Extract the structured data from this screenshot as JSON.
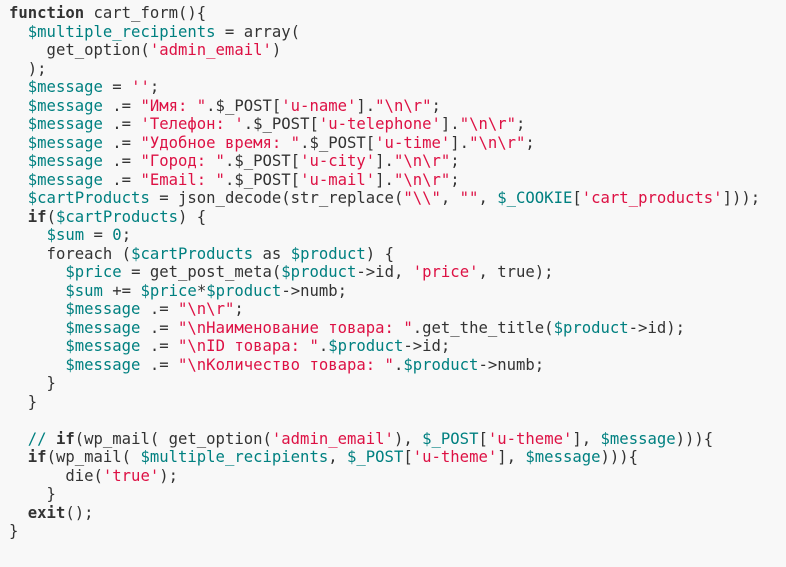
{
  "editor": {
    "language": "php",
    "colors": {
      "background": "#f8f8f8",
      "text": "#333333",
      "variable": "#008080",
      "string": "#dd1144",
      "comment": "#008080"
    },
    "lines": [
      [
        [
          "kw",
          "function"
        ],
        [
          "plain",
          " cart_form(){"
        ]
      ],
      [
        [
          "plain",
          "  "
        ],
        [
          "var",
          "$multiple_recipients"
        ],
        [
          "plain",
          " = array("
        ]
      ],
      [
        [
          "plain",
          "    get_option("
        ],
        [
          "str",
          "'admin_email'"
        ],
        [
          "plain",
          ")"
        ]
      ],
      [
        [
          "plain",
          "  );"
        ]
      ],
      [
        [
          "plain",
          "  "
        ],
        [
          "var",
          "$message"
        ],
        [
          "plain",
          " = "
        ],
        [
          "str",
          "''"
        ],
        [
          "plain",
          ";"
        ]
      ],
      [
        [
          "plain",
          "  "
        ],
        [
          "var",
          "$message"
        ],
        [
          "plain",
          " .= "
        ],
        [
          "str",
          "\"Имя: \""
        ],
        [
          "plain",
          ".$_POST["
        ],
        [
          "str",
          "'u-name'"
        ],
        [
          "plain",
          "]."
        ],
        [
          "str",
          "\"\\n\\r\""
        ],
        [
          "plain",
          ";"
        ]
      ],
      [
        [
          "plain",
          "  "
        ],
        [
          "var",
          "$message"
        ],
        [
          "plain",
          " .= "
        ],
        [
          "str",
          "'Телефон: '"
        ],
        [
          "plain",
          ".$_POST["
        ],
        [
          "str",
          "'u-telephone'"
        ],
        [
          "plain",
          "]."
        ],
        [
          "str",
          "\"\\n\\r\""
        ],
        [
          "plain",
          ";"
        ]
      ],
      [
        [
          "plain",
          "  "
        ],
        [
          "var",
          "$message"
        ],
        [
          "plain",
          " .= "
        ],
        [
          "str",
          "\"Удобное время: \""
        ],
        [
          "plain",
          ".$_POST["
        ],
        [
          "str",
          "'u-time'"
        ],
        [
          "plain",
          "]."
        ],
        [
          "str",
          "\"\\n\\r\""
        ],
        [
          "plain",
          ";"
        ]
      ],
      [
        [
          "plain",
          "  "
        ],
        [
          "var",
          "$message"
        ],
        [
          "plain",
          " .= "
        ],
        [
          "str",
          "\"Город: \""
        ],
        [
          "plain",
          ".$_POST["
        ],
        [
          "str",
          "'u-city'"
        ],
        [
          "plain",
          "]."
        ],
        [
          "str",
          "\"\\n\\r\""
        ],
        [
          "plain",
          ";"
        ]
      ],
      [
        [
          "plain",
          "  "
        ],
        [
          "var",
          "$message"
        ],
        [
          "plain",
          " .= "
        ],
        [
          "str",
          "\"Email: \""
        ],
        [
          "plain",
          ".$_POST["
        ],
        [
          "str",
          "'u-mail'"
        ],
        [
          "plain",
          "]."
        ],
        [
          "str",
          "\"\\n\\r\""
        ],
        [
          "plain",
          ";"
        ]
      ],
      [
        [
          "plain",
          "  "
        ],
        [
          "var",
          "$cartProducts"
        ],
        [
          "plain",
          " = json_decode(str_replace("
        ],
        [
          "str",
          "\"\\\\\""
        ],
        [
          "plain",
          ", "
        ],
        [
          "str",
          "\"\""
        ],
        [
          "plain",
          ", "
        ],
        [
          "var",
          "$_COOKIE"
        ],
        [
          "plain",
          "["
        ],
        [
          "str",
          "'cart_products'"
        ],
        [
          "plain",
          "]));"
        ]
      ],
      [
        [
          "plain",
          "  "
        ],
        [
          "kw",
          "if"
        ],
        [
          "plain",
          "("
        ],
        [
          "var",
          "$cartProducts"
        ],
        [
          "plain",
          ") {"
        ]
      ],
      [
        [
          "plain",
          "    "
        ],
        [
          "var",
          "$sum"
        ],
        [
          "plain",
          " = "
        ],
        [
          "var",
          "0"
        ],
        [
          "plain",
          ";"
        ]
      ],
      [
        [
          "plain",
          "    foreach ("
        ],
        [
          "var",
          "$cartProducts"
        ],
        [
          "plain",
          " as "
        ],
        [
          "var",
          "$product"
        ],
        [
          "plain",
          ") {"
        ]
      ],
      [
        [
          "plain",
          "      "
        ],
        [
          "var",
          "$price"
        ],
        [
          "plain",
          " = get_post_meta("
        ],
        [
          "var",
          "$product"
        ],
        [
          "plain",
          "->id, "
        ],
        [
          "str",
          "'price'"
        ],
        [
          "plain",
          ", true);"
        ]
      ],
      [
        [
          "plain",
          "      "
        ],
        [
          "var",
          "$sum"
        ],
        [
          "plain",
          " += "
        ],
        [
          "var",
          "$price"
        ],
        [
          "plain",
          "*"
        ],
        [
          "var",
          "$product"
        ],
        [
          "plain",
          "->numb;"
        ]
      ],
      [
        [
          "plain",
          "      "
        ],
        [
          "var",
          "$message"
        ],
        [
          "plain",
          " .= "
        ],
        [
          "str",
          "\"\\n\\r\""
        ],
        [
          "plain",
          ";"
        ]
      ],
      [
        [
          "plain",
          "      "
        ],
        [
          "var",
          "$message"
        ],
        [
          "plain",
          " .= "
        ],
        [
          "str",
          "\"\\nНаименование товара: \""
        ],
        [
          "plain",
          ".get_the_title("
        ],
        [
          "var",
          "$product"
        ],
        [
          "plain",
          "->id);"
        ]
      ],
      [
        [
          "plain",
          "      "
        ],
        [
          "var",
          "$message"
        ],
        [
          "plain",
          " .= "
        ],
        [
          "str",
          "\"\\nID товара: \""
        ],
        [
          "plain",
          "."
        ],
        [
          "var",
          "$product"
        ],
        [
          "plain",
          "->id;"
        ]
      ],
      [
        [
          "plain",
          "      "
        ],
        [
          "var",
          "$message"
        ],
        [
          "plain",
          " .= "
        ],
        [
          "str",
          "\"\\nКоличество товара: \""
        ],
        [
          "plain",
          "."
        ],
        [
          "var",
          "$product"
        ],
        [
          "plain",
          "->numb;"
        ]
      ],
      [
        [
          "plain",
          "    }"
        ]
      ],
      [
        [
          "plain",
          "  }"
        ]
      ],
      [
        [
          "plain",
          ""
        ]
      ],
      [
        [
          "plain",
          "  "
        ],
        [
          "cmt",
          "// "
        ],
        [
          "kw",
          "if"
        ],
        [
          "plain",
          "(wp_mail( get_option("
        ],
        [
          "str",
          "'admin_email'"
        ],
        [
          "plain",
          "), "
        ],
        [
          "var",
          "$_POST"
        ],
        [
          "plain",
          "["
        ],
        [
          "str",
          "'u-theme'"
        ],
        [
          "plain",
          "], "
        ],
        [
          "var",
          "$message"
        ],
        [
          "plain",
          "))){"
        ]
      ],
      [
        [
          "plain",
          "  "
        ],
        [
          "kw",
          "if"
        ],
        [
          "plain",
          "(wp_mail( "
        ],
        [
          "var",
          "$multiple_recipients"
        ],
        [
          "plain",
          ", "
        ],
        [
          "var",
          "$_POST"
        ],
        [
          "plain",
          "["
        ],
        [
          "str",
          "'u-theme'"
        ],
        [
          "plain",
          "], "
        ],
        [
          "var",
          "$message"
        ],
        [
          "plain",
          "))){"
        ]
      ],
      [
        [
          "plain",
          "      die("
        ],
        [
          "str",
          "'true'"
        ],
        [
          "plain",
          ");"
        ]
      ],
      [
        [
          "plain",
          "    }"
        ]
      ],
      [
        [
          "plain",
          "  "
        ],
        [
          "kw",
          "exit"
        ],
        [
          "plain",
          "();"
        ]
      ],
      [
        [
          "plain",
          "}"
        ]
      ]
    ]
  }
}
